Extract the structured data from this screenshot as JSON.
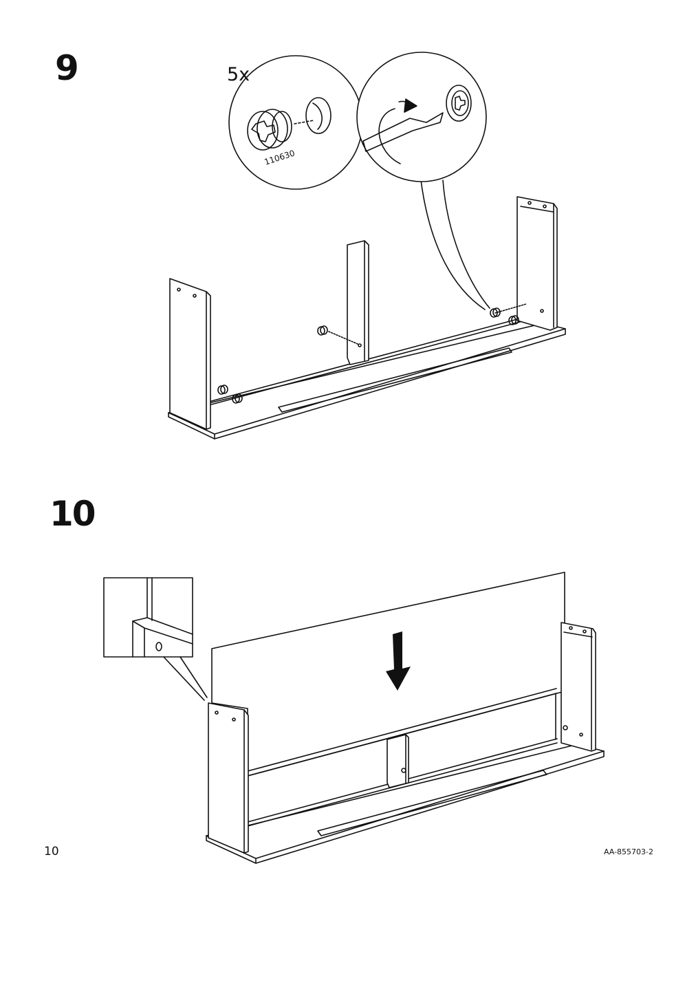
{
  "steps": [
    {
      "number": "9",
      "quantity_label": "5x",
      "part_number": "110630",
      "detail_icons": [
        "cam-lock-fitting-icon",
        "screwdriver-icon",
        "turn-arrow-icon"
      ]
    },
    {
      "number": "10",
      "detail_icons": [
        "down-arrow-icon"
      ]
    }
  ],
  "footer": {
    "page_number": "10",
    "document_code": "AA-855703-2"
  },
  "colors": {
    "line": "#111111",
    "background": "#ffffff"
  }
}
